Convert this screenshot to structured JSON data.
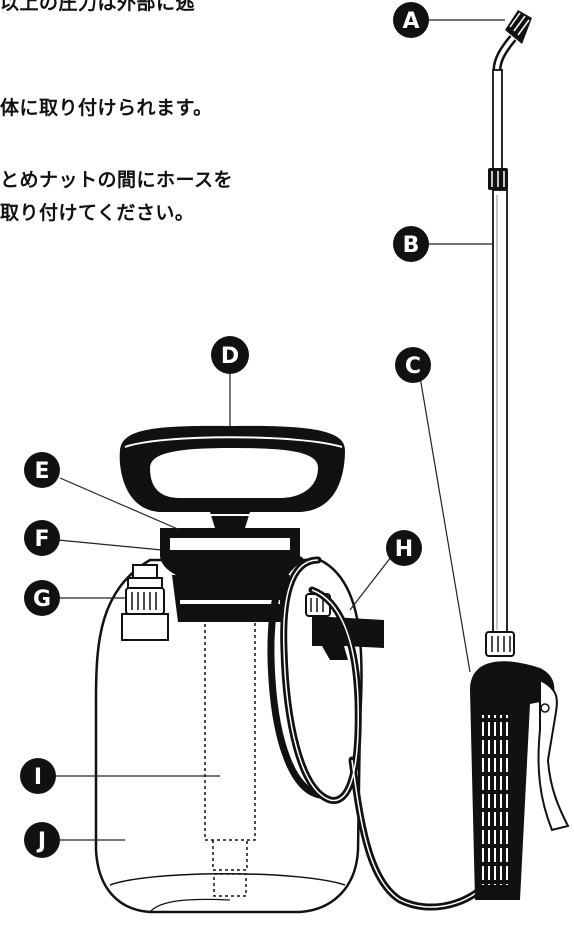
{
  "text_lines": [
    "以上の圧力は外部に逃",
    "体に取り付けられます。",
    "とめナットの間にホースを",
    "取り付けてください。"
  ],
  "callouts": [
    "A",
    "B",
    "C",
    "D",
    "E",
    "F",
    "G",
    "H",
    "I",
    "J"
  ],
  "colors": {
    "badge": "#111111",
    "line": "#222222",
    "hose": "#111111"
  }
}
